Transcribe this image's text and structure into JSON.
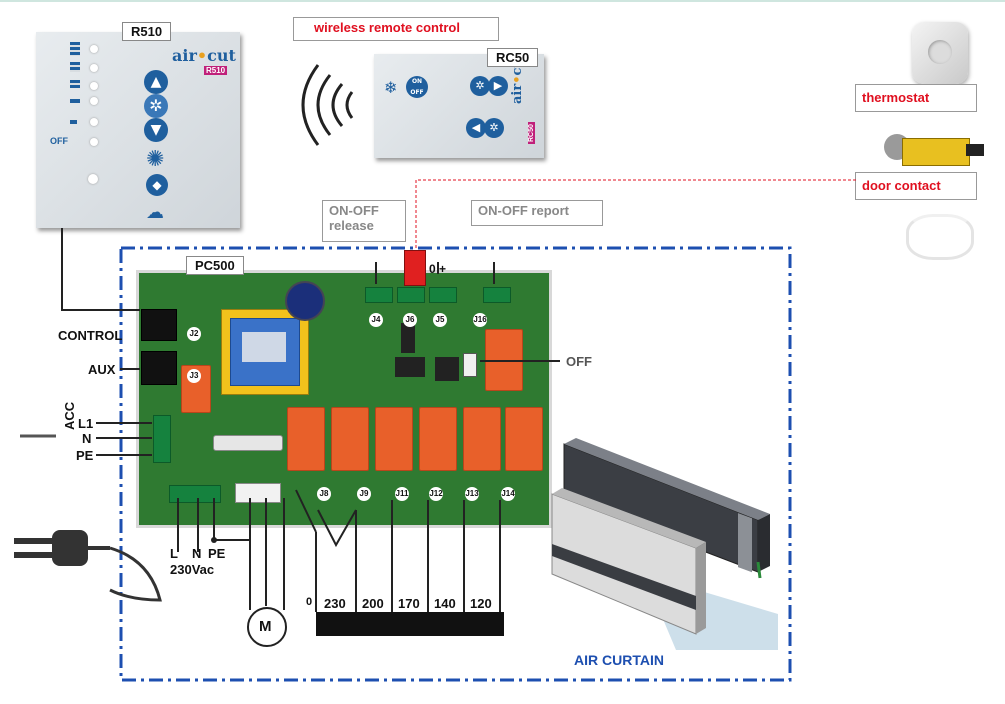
{
  "labels": {
    "r510": "R510",
    "rc50": "RC50",
    "wireless": "wireless remote control",
    "thermostat": "thermostat",
    "door_contact": "door contact",
    "onoff_release": "ON-OFF\nrelease",
    "onoff_report": "ON-OFF report",
    "pc500": "PC500",
    "control": "CONTROL",
    "aux": "AUX",
    "acc": "ACC",
    "l1": "L1",
    "n": "N",
    "pe": "PE",
    "off_switch": "OFF",
    "supply_l": "L",
    "supply_n": "N",
    "supply_pe": "PE",
    "voltage": "230Vac",
    "motor": "M",
    "air_curtain": "AIR CURTAIN",
    "zero_plus": "0 +",
    "r510_off": "OFF"
  },
  "brand": {
    "name_a": "air",
    "name_b": "cut",
    "r510_tag": "R510",
    "rc50_tag": "RC50"
  },
  "rc50_buttons": {
    "on": "ON",
    "off": "OFF"
  },
  "connectors": [
    "J2",
    "J3",
    "J4",
    "J6",
    "J5",
    "J16",
    "J8",
    "J9",
    "J11",
    "J12",
    "J13",
    "J14"
  ],
  "speed_taps": [
    "0",
    "230",
    "200",
    "170",
    "140",
    "120"
  ],
  "colors": {
    "frame_blue": "#1d4fb0",
    "red_text": "#e01020",
    "relay_orange": "#e8602a",
    "pcb_green": "#2f7a31",
    "remote_blue": "#1f5f9e"
  }
}
